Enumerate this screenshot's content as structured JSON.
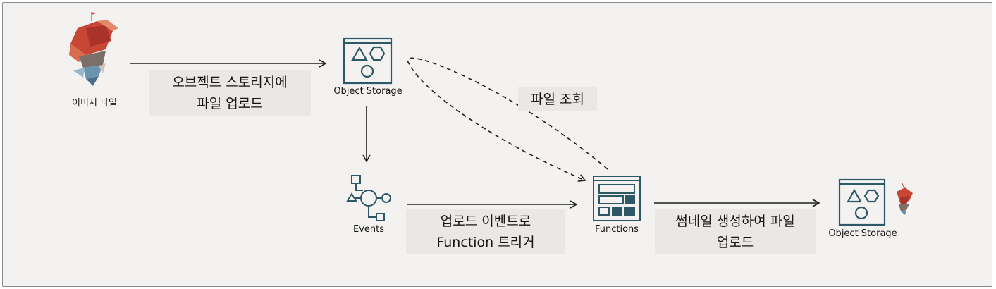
{
  "colors": {
    "background": "#f3f2f1",
    "icon_stroke": "#2d5967",
    "arrow": "#1f1f1f",
    "label_box": "#e9e8e6",
    "image_red": "#c74634",
    "image_blue": "#6b94b0"
  },
  "nodes": {
    "source_image": {
      "caption": "이미지 파일",
      "icon": "image-file-icon"
    },
    "object_storage_source": {
      "caption": "Object Storage",
      "icon": "object-storage-icon"
    },
    "events": {
      "caption": "Events",
      "icon": "events-icon"
    },
    "functions": {
      "caption": "Functions",
      "icon": "functions-icon"
    },
    "object_storage_target": {
      "caption": "Object Storage",
      "icon": "object-storage-icon"
    }
  },
  "edges": {
    "upload": {
      "line1": "오브젝트 스토리지에",
      "line2": "파일 업로드"
    },
    "read_file": {
      "line1": "파일 조회"
    },
    "event_trigger": {
      "line1": "업로드 이벤트로",
      "line2": "Function 트리거"
    },
    "thumbnail_upload": {
      "line1": "썸네일 생성하여 파일",
      "line2": "업로드"
    }
  }
}
